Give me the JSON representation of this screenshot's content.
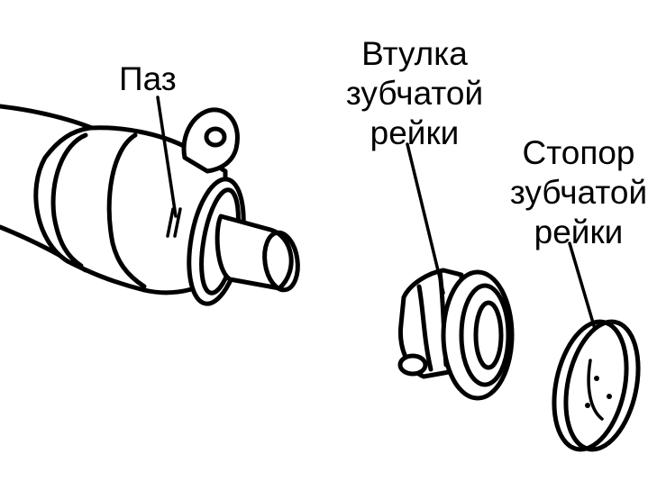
{
  "labels": {
    "groove": "Паз",
    "bushing": [
      "Втулка",
      "зубчатой",
      "рейки"
    ],
    "stopper": [
      "Стопор",
      "зубчатой",
      "рейки"
    ]
  }
}
